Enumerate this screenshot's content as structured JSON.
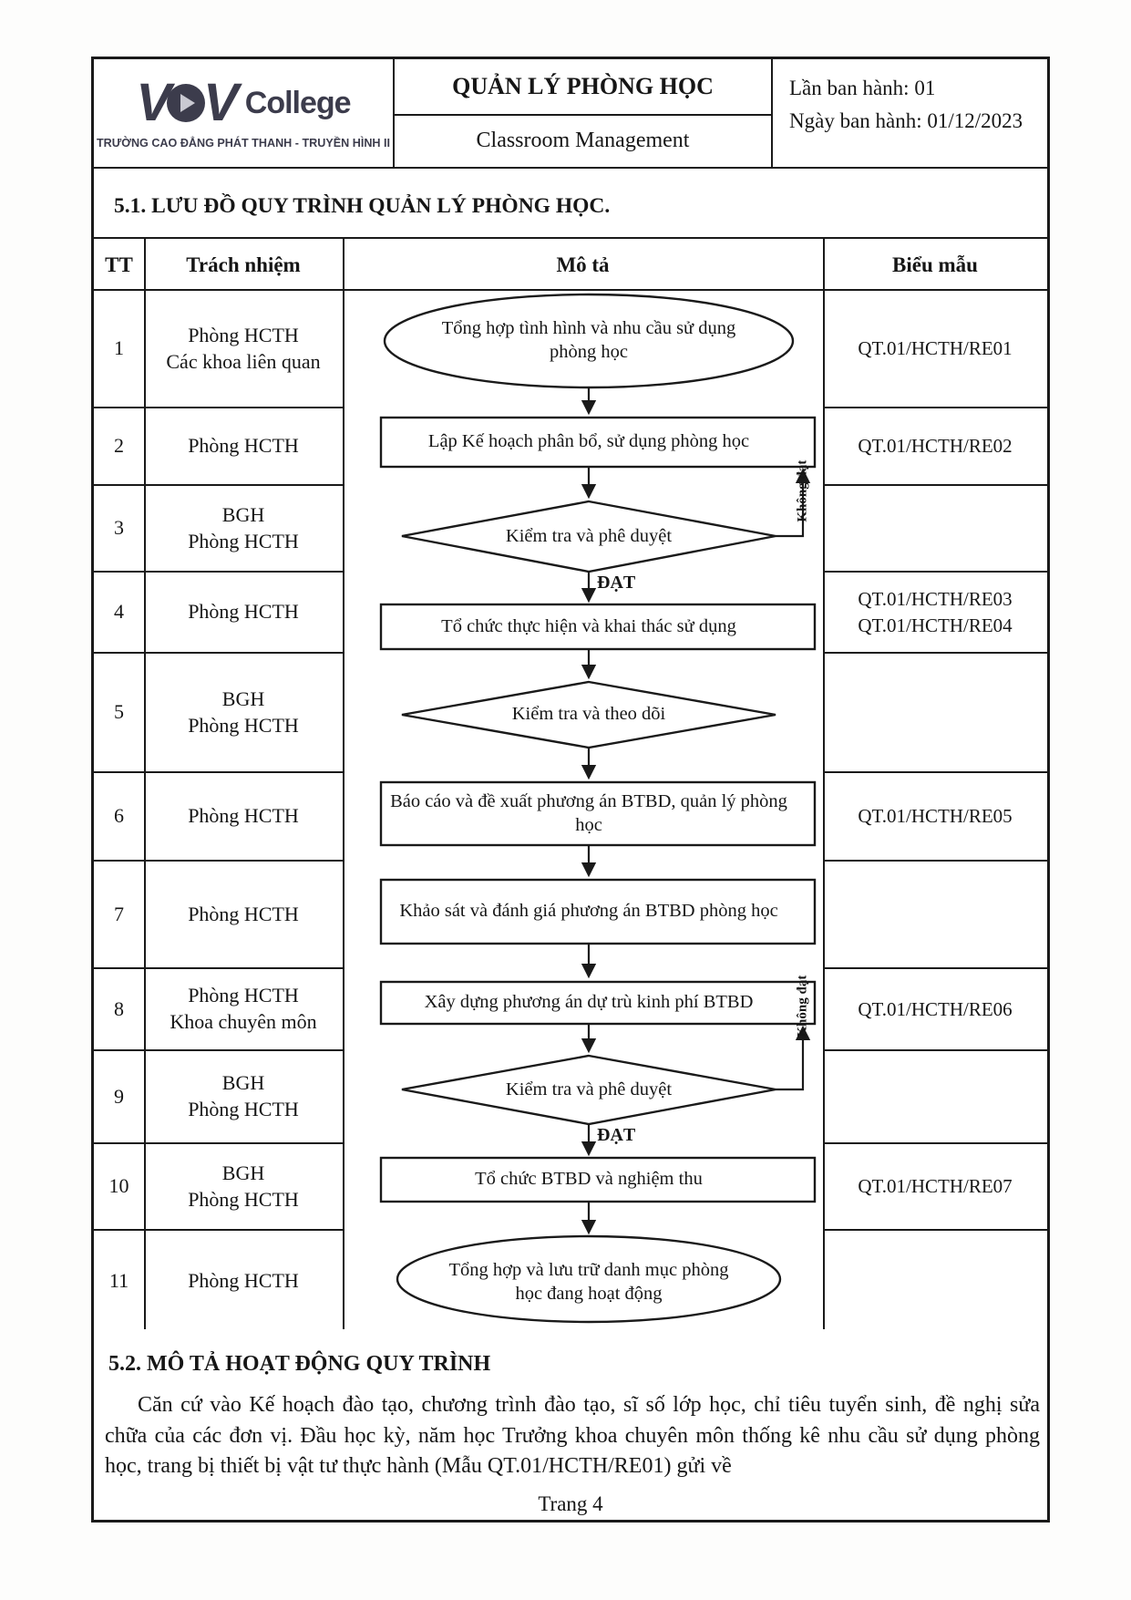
{
  "header": {
    "logo": {
      "v1": "V",
      "v2": "V",
      "college": "College",
      "subtitle": "TRƯỜNG CAO ĐẲNG PHÁT THANH - TRUYỀN HÌNH II"
    },
    "title_vi": "QUẢN LÝ PHÒNG HỌC",
    "title_en": "Classroom Management",
    "issue_number": "Lần ban hành: 01",
    "issue_date": "Ngày ban hành: 01/12/2023"
  },
  "section_flowchart": {
    "title": "5.1. LƯU ĐỒ QUY TRÌNH QUẢN LÝ PHÒNG HỌC."
  },
  "table": {
    "headers": {
      "tt": "TT",
      "responsibility": "Trách nhiệm",
      "description": "Mô tả",
      "form": "Biểu mẫu"
    },
    "rows": [
      {
        "tt": "1",
        "responsibility": [
          "Phòng HCTH",
          "Các khoa liên quan"
        ],
        "forms": [
          "QT.01/HCTH/RE01"
        ]
      },
      {
        "tt": "2",
        "responsibility": [
          "Phòng HCTH"
        ],
        "forms": [
          "QT.01/HCTH/RE02"
        ]
      },
      {
        "tt": "3",
        "responsibility": [
          "BGH",
          "Phòng HCTH"
        ],
        "forms": []
      },
      {
        "tt": "4",
        "responsibility": [
          "Phòng HCTH"
        ],
        "forms": [
          "QT.01/HCTH/RE03",
          "QT.01/HCTH/RE04"
        ]
      },
      {
        "tt": "5",
        "responsibility": [
          "BGH",
          "Phòng HCTH"
        ],
        "forms": []
      },
      {
        "tt": "6",
        "responsibility": [
          "Phòng HCTH"
        ],
        "forms": [
          "QT.01/HCTH/RE05"
        ]
      },
      {
        "tt": "7",
        "responsibility": [
          "Phòng HCTH"
        ],
        "forms": []
      },
      {
        "tt": "8",
        "responsibility": [
          "Phòng HCTH",
          "Khoa chuyên môn"
        ],
        "forms": [
          "QT.01/HCTH/RE06"
        ]
      },
      {
        "tt": "9",
        "responsibility": [
          "BGH",
          "Phòng HCTH"
        ],
        "forms": []
      },
      {
        "tt": "10",
        "responsibility": [
          "BGH",
          "Phòng HCTH"
        ],
        "forms": [
          "QT.01/HCTH/RE07"
        ]
      },
      {
        "tt": "11",
        "responsibility": [
          "Phòng HCTH"
        ],
        "forms": []
      }
    ]
  },
  "flowchart": {
    "steps": [
      {
        "shape": "oval",
        "text": "Tổng hợp tình hình và nhu cầu sử dụng phòng học"
      },
      {
        "shape": "rect",
        "text": "Lập Kế hoạch phân bổ, sử dụng phòng học"
      },
      {
        "shape": "diamond",
        "text": "Kiểm tra và phê duyệt"
      },
      {
        "shape": "rect",
        "text": "Tổ chức thực hiện và khai thác sử dụng"
      },
      {
        "shape": "diamond",
        "text": "Kiểm tra và theo dõi"
      },
      {
        "shape": "rect",
        "text": "Báo cáo và đề xuất phương án BTBD, quản lý phòng học"
      },
      {
        "shape": "rect",
        "text": "Khảo sát và đánh giá phương án BTBD phòng học"
      },
      {
        "shape": "rect",
        "text": "Xây dựng phương án dự trù kinh phí BTBD"
      },
      {
        "shape": "diamond",
        "text": "Kiểm tra và phê duyệt"
      },
      {
        "shape": "rect",
        "text": "Tổ chức BTBD và nghiệm thu"
      },
      {
        "shape": "oval",
        "text": "Tổng hợp và lưu trữ danh mục phòng học đang hoạt động"
      }
    ],
    "labels": {
      "pass": "ĐẠT",
      "fail": "Không đạt"
    }
  },
  "section_description": {
    "title": "5.2. MÔ TẢ HOẠT ĐỘNG QUY TRÌNH",
    "paragraph": "Căn cứ vào Kế hoạch đào tạo, chương trình đào tạo, sĩ số lớp học, chỉ tiêu tuyển sinh, đề nghị sửa chữa của các đơn vị. Đầu học kỳ, năm học Trưởng khoa chuyên môn thống kê nhu cầu sử dụng phòng học, trang bị thiết bị vật tư thực hành (Mẫu QT.01/HCTH/RE01) gửi về"
  },
  "footer": {
    "page": "Trang 4"
  }
}
